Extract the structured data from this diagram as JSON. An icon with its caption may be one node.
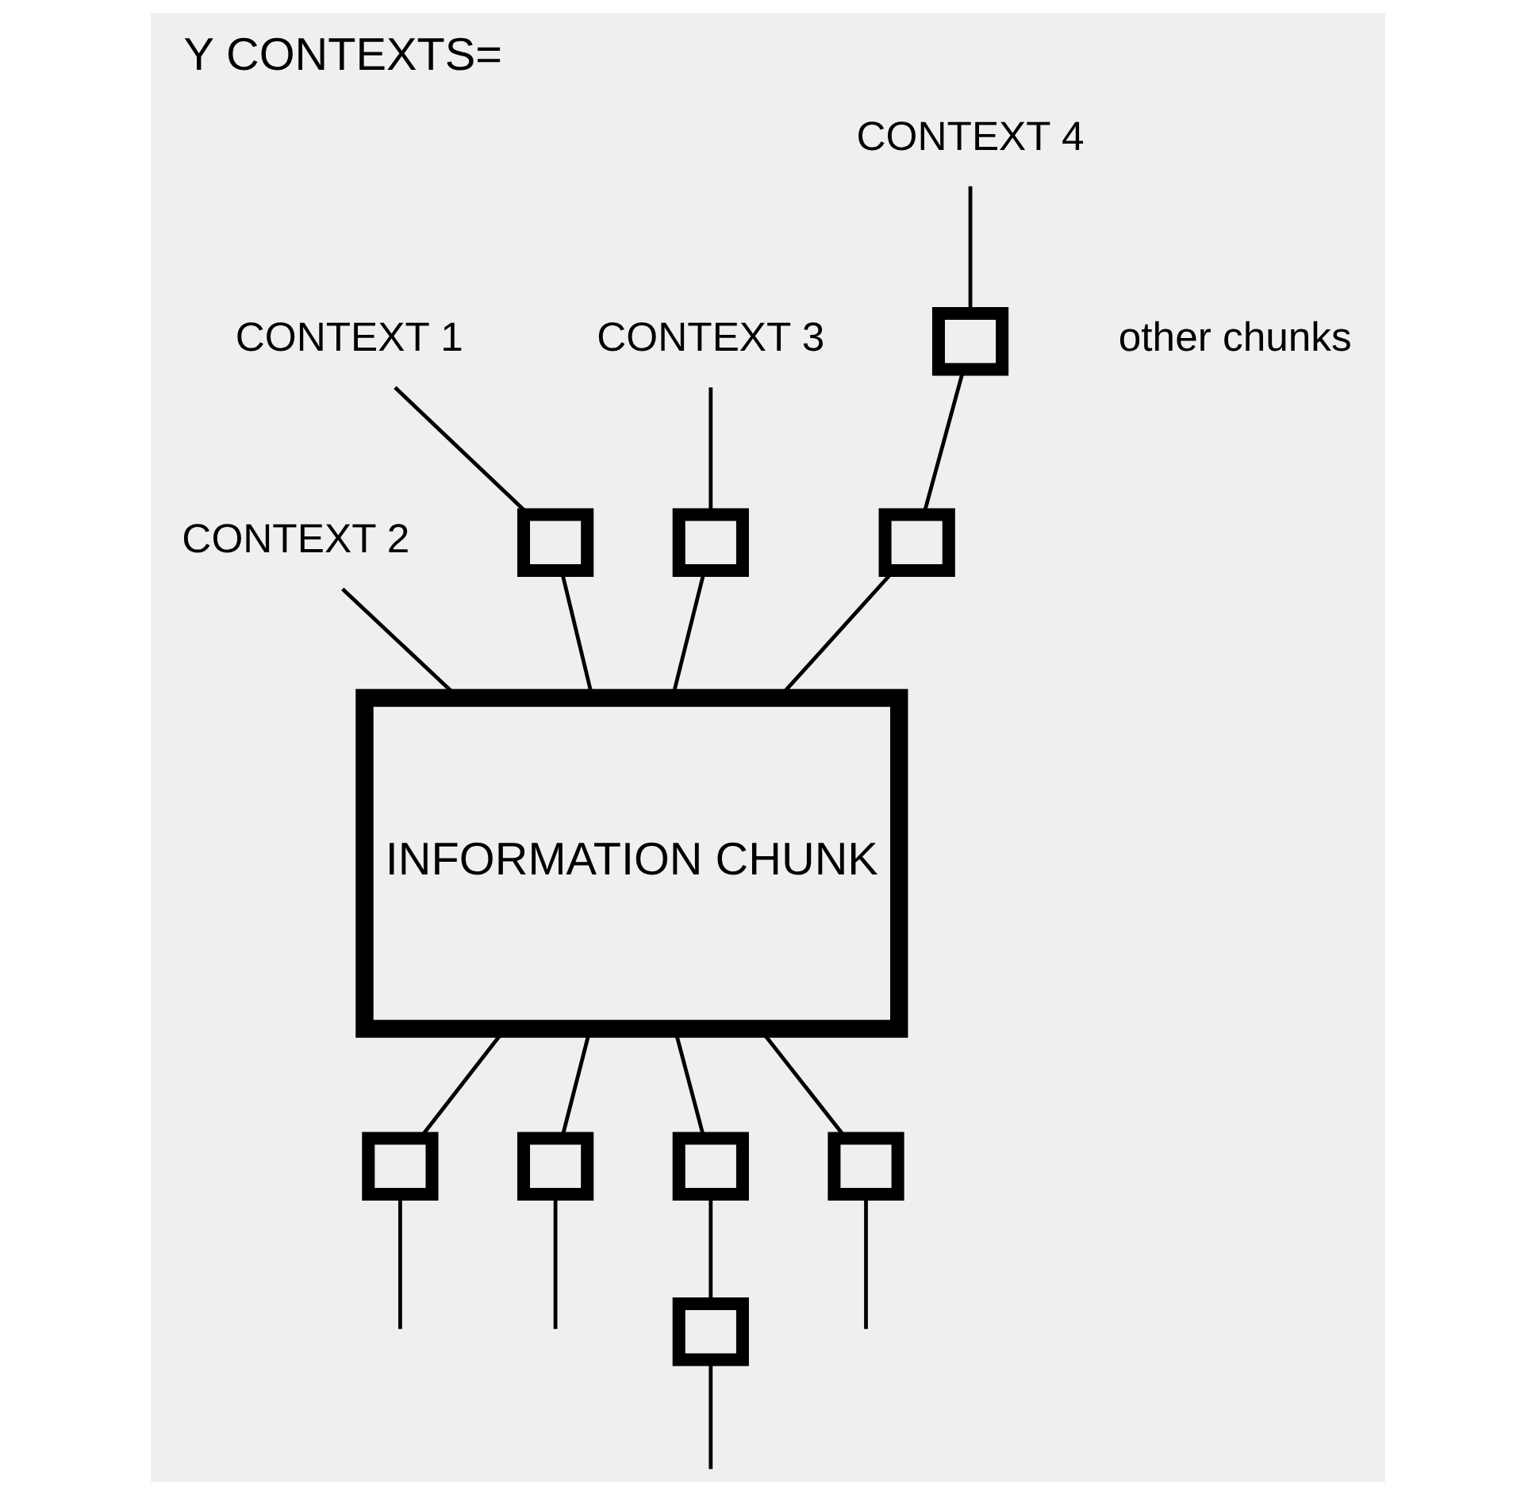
{
  "diagram": {
    "title": "Y CONTEXTS=",
    "nodes": [
      {
        "text": [
          "INFORMATION CHUNK"
        ]
      },
      {
        "text": [
          "CONTEXT 1"
        ]
      },
      {
        "text": [
          "CONTEXT 2"
        ]
      },
      {
        "text": [
          "CONTEXT 3"
        ]
      },
      {
        "text": [
          "CONTEXT 4"
        ]
      },
      {
        "text": [],
        "shape": "box",
        "beside": [
          "other chunks"
        ]
      },
      {
        "text": [],
        "shape": "box"
      },
      {
        "text": [],
        "shape": "box"
      },
      {
        "text": [],
        "shape": "box"
      },
      {
        "text": [],
        "shape": "box"
      },
      {
        "text": [],
        "shape": "box"
      },
      {
        "text": [],
        "shape": "box"
      },
      {
        "text": [],
        "shape": "box"
      },
      {
        "text": [],
        "shape": "box"
      }
    ],
    "edges": [
      {
        "from": 1,
        "to": 6,
        "arrow": "none"
      },
      {
        "from": 6,
        "to": 0,
        "arrow": "none"
      },
      {
        "from": 0,
        "to": 13,
        "arrow": "none"
      },
      {
        "from": 13,
        "to": null,
        "arrow": "none"
      },
      {
        "from": 2,
        "to": 0,
        "arrow": "none"
      },
      {
        "from": 0,
        "to": 11,
        "arrow": "none"
      },
      {
        "from": 11,
        "to": 12,
        "arrow": "none"
      },
      {
        "from": 12,
        "to": null,
        "arrow": "none"
      },
      {
        "from": 3,
        "to": 7,
        "arrow": "none"
      },
      {
        "from": 7,
        "to": 0,
        "arrow": "none"
      },
      {
        "from": 0,
        "to": 10,
        "arrow": "none"
      },
      {
        "from": 10,
        "to": null,
        "arrow": "none"
      },
      {
        "from": 4,
        "to": 5,
        "arrow": "none"
      },
      {
        "from": 5,
        "to": 8,
        "arrow": "none"
      },
      {
        "from": 8,
        "to": 0,
        "arrow": "none"
      },
      {
        "from": 0,
        "to": 9,
        "arrow": "none"
      },
      {
        "from": 9,
        "to": null,
        "arrow": "none"
      }
    ]
  }
}
